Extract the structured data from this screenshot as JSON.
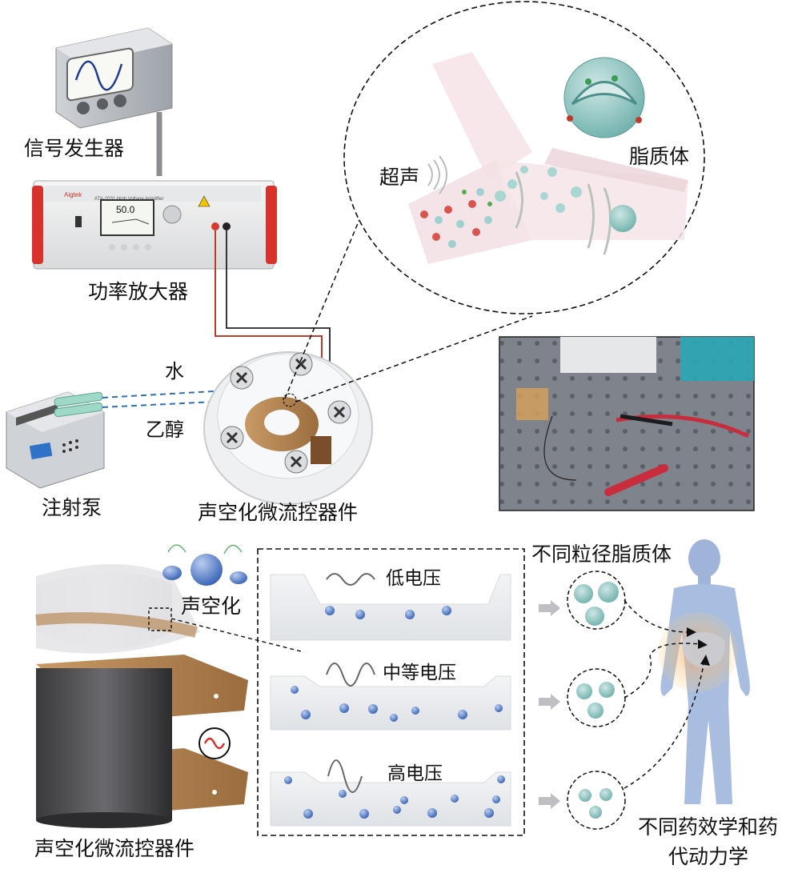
{
  "labels": {
    "signal_generator": "信号发生器",
    "power_amplifier": "功率放大器",
    "water": "水",
    "ethanol": "乙醇",
    "syringe_pump": "注射泵",
    "device_top": "声空化微流控器件",
    "ultrasound": "超声",
    "liposome": "脂质体",
    "cavitation": "声空化",
    "device_bottom": "声空化微流控器件",
    "low_voltage": "低电压",
    "mid_voltage": "中等电压",
    "high_voltage": "高电压",
    "diff_size_liposome": "不同粒径脂质体",
    "pk_pd_line1": "不同药效学和药",
    "pk_pd_line2": "代动力学"
  },
  "amplifier": {
    "brand": "Aigtek",
    "model": "ATA-2031 High Voltage Amplifier",
    "display_value": "50.0"
  },
  "colors": {
    "liposome_teal": "#8fc7c3",
    "nanoparticle_blue": "#4f79c8",
    "wire_red": "#c0392b",
    "flow_blue": "#2e6fb5",
    "body_blue": "#9fb4d8",
    "copper": "#b98a5a",
    "amp_red": "#d8322c"
  }
}
